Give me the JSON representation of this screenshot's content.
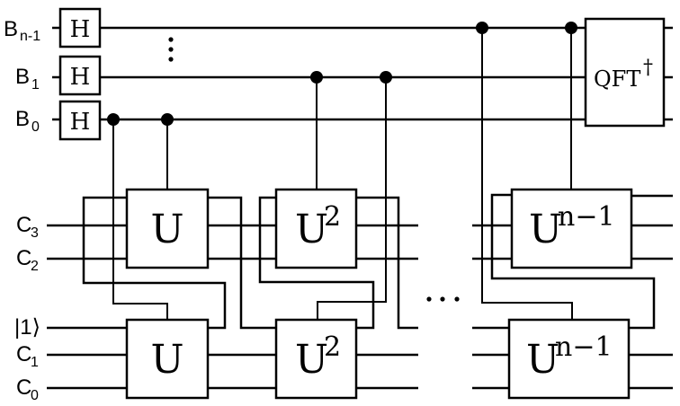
{
  "diagram": {
    "title": "",
    "registers": {
      "control": [
        {
          "base": "B",
          "sub": "n-1"
        },
        {
          "base": "B",
          "sub": "1"
        },
        {
          "base": "B",
          "sub": "0"
        }
      ],
      "target_top": [
        {
          "base": "C",
          "sub": "3"
        },
        {
          "base": "C",
          "sub": "2"
        }
      ],
      "target_bottom": [
        {
          "text": "|1⟩"
        },
        {
          "base": "C",
          "sub": "1"
        },
        {
          "base": "C",
          "sub": "0"
        }
      ]
    },
    "hadamard_label": "H",
    "gates": {
      "u1": {
        "base": "U",
        "exp": ""
      },
      "u2": {
        "base": "U",
        "exp": "2"
      },
      "un": {
        "base": "U",
        "exp": "n−1"
      },
      "qft": {
        "base": "QFT",
        "exp": "†"
      }
    },
    "ellipsis_vertical": "⋮",
    "ellipsis_horizontal": "···"
  }
}
